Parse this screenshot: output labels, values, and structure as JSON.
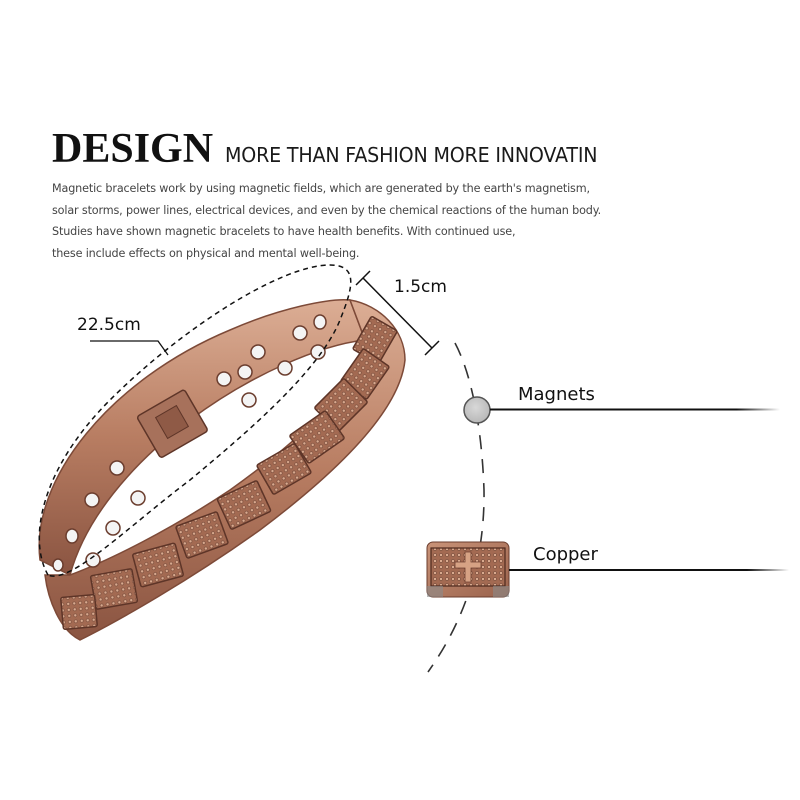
{
  "header": {
    "title": "DESIGN",
    "subtitle": "MORE THAN FASHION MORE INNOVATIN",
    "description_lines": [
      "Magnetic bracelets work by using magnetic fields, which are generated by the earth's magnetism,",
      "solar storms, power lines, electrical devices, and even by the chemical reactions of the human body.",
      "Studies have shown magnetic bracelets to have health benefits. With continued use,",
      "these include effects on physical and mental well-being."
    ]
  },
  "dimensions": {
    "circumference": "22.5cm",
    "width": "1.5cm"
  },
  "callouts": [
    {
      "label": "Magnets",
      "icon": "magnet-disc-icon"
    },
    {
      "label": "Copper",
      "icon": "copper-link-tile-icon"
    }
  ],
  "colors": {
    "copper": "#b87d62",
    "copper_dark": "#7d4a38",
    "copper_light": "#dcae95",
    "magnet": "#f2f2f2",
    "magnet_grey": "#c4c4c4",
    "text": "#111111",
    "desc_text": "#444444"
  }
}
